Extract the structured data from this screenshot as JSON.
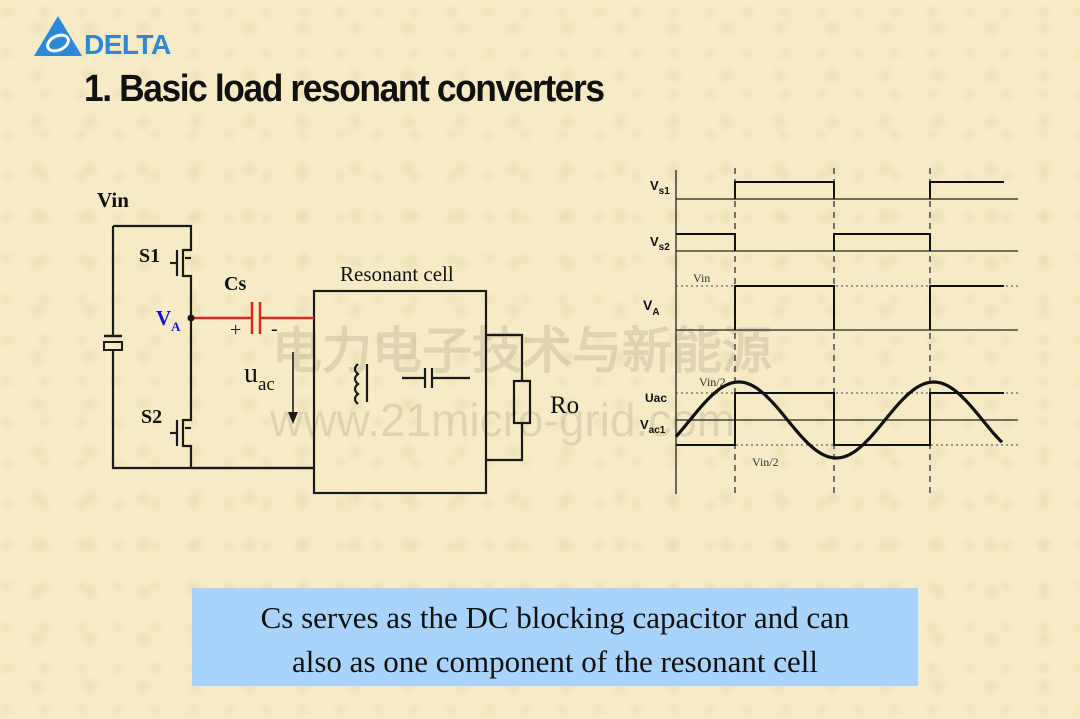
{
  "logo": {
    "brand": "DELTA",
    "color": "#2a8ad8"
  },
  "title": "1. Basic load resonant converters",
  "circuit": {
    "vin": "Vin",
    "s1": "S1",
    "s2": "S2",
    "va_main": "V",
    "va_sub": "A",
    "cs": "Cs",
    "plus": "+",
    "minus": "-",
    "uac_main": "u",
    "uac_sub": "ac",
    "resonant_cell": "Resonant cell",
    "ro": "Ro",
    "wire_color": "#1a1a1a",
    "highlight_color": "#d42b1e",
    "va_color": "#1515d0"
  },
  "waveforms": {
    "vs1_main": "V",
    "vs1_sub": "s1",
    "vs2_main": "V",
    "vs2_sub": "s2",
    "va_main": "V",
    "va_sub": "A",
    "uac_main": "Uac",
    "vac1_main": "V",
    "vac1_sub": "ac1",
    "vin": "Vin",
    "vin_half_top": "Vin/2",
    "vin_half_bottom": "Vin/2"
  },
  "watermark": {
    "cn": "电力电子技术与新能源",
    "url": "www.21micro-grid.com"
  },
  "caption": {
    "line1": "Cs serves as the DC blocking capacitor and can",
    "line2": "also as one component of the resonant cell"
  }
}
